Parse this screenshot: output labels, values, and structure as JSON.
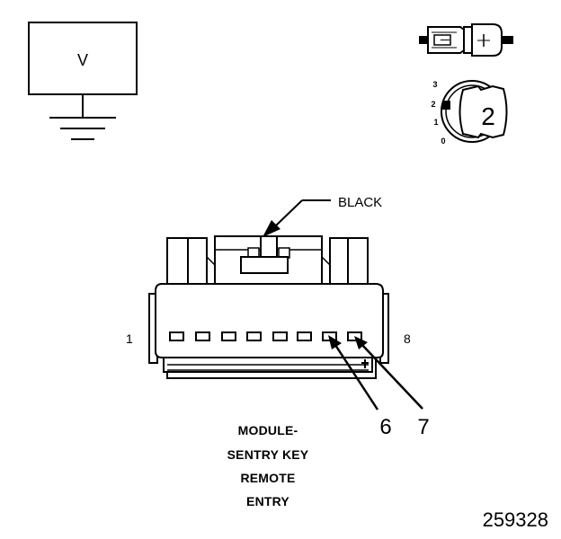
{
  "voltmeter": {
    "symbol": "V"
  },
  "key_position": {
    "scale": [
      "3",
      "2",
      "1",
      "0"
    ],
    "selected": "2"
  },
  "connector": {
    "color_callout": "BLACK",
    "end_pin_left": "1",
    "end_pin_right": "8",
    "probe_pins": [
      "6",
      "7"
    ]
  },
  "caption": [
    "MODULE-",
    "SENTRY KEY",
    "REMOTE",
    "ENTRY"
  ],
  "figure_number": "259328"
}
